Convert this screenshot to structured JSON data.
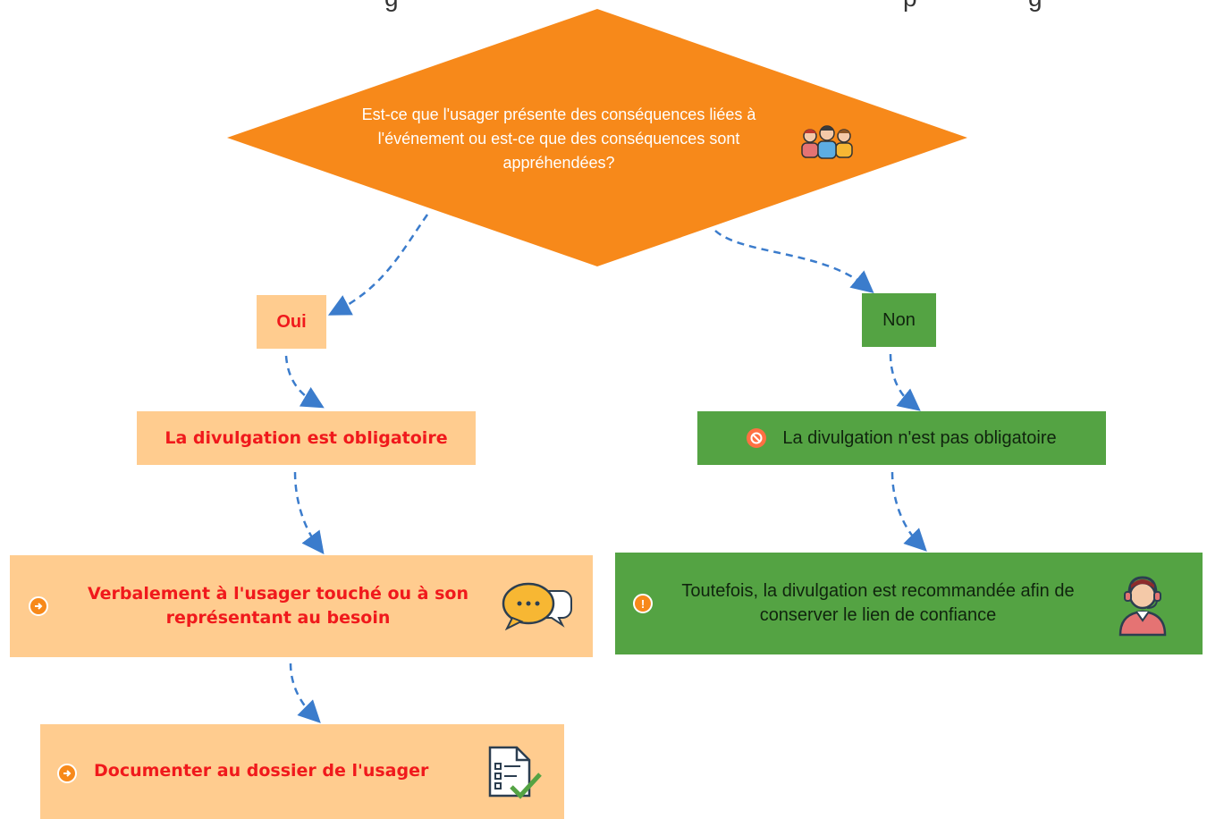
{
  "diagram": {
    "title_left_fragment": "g",
    "title_right_fragment": "p                g",
    "question": "Est-ce que l'usager présente des conséquences liées à l'événement ou est-ce que des conséquences sont appréhendées?",
    "yes_label": "Oui",
    "no_label": "Non",
    "yes_result": "La divulgation est obligatoire",
    "no_result": "La divulgation n'est pas obligatoire",
    "yes_step1": "Verbalement à l'usager touché ou à son représentant au besoin",
    "yes_step2": "Documenter au dossier de l'usager",
    "no_step1": "Toutefois, la divulgation est recommandée afin de conserver le lien de confiance",
    "icons": {
      "question": "people-group-icon",
      "no_result": "prohibited-icon",
      "yes_step1_bullet": "arrow-circle-icon",
      "yes_step1_visual": "chat-bubbles-icon",
      "yes_step2_bullet": "arrow-circle-icon",
      "yes_step2_visual": "checklist-document-icon",
      "no_step1_bullet": "exclamation-circle-icon",
      "no_step1_visual": "support-agent-icon"
    },
    "colors": {
      "diamond": "#f7891a",
      "peach": "#ffcc8f",
      "green": "#54a343",
      "red_text": "#f0191c",
      "arrow": "#3b7ccc"
    }
  }
}
